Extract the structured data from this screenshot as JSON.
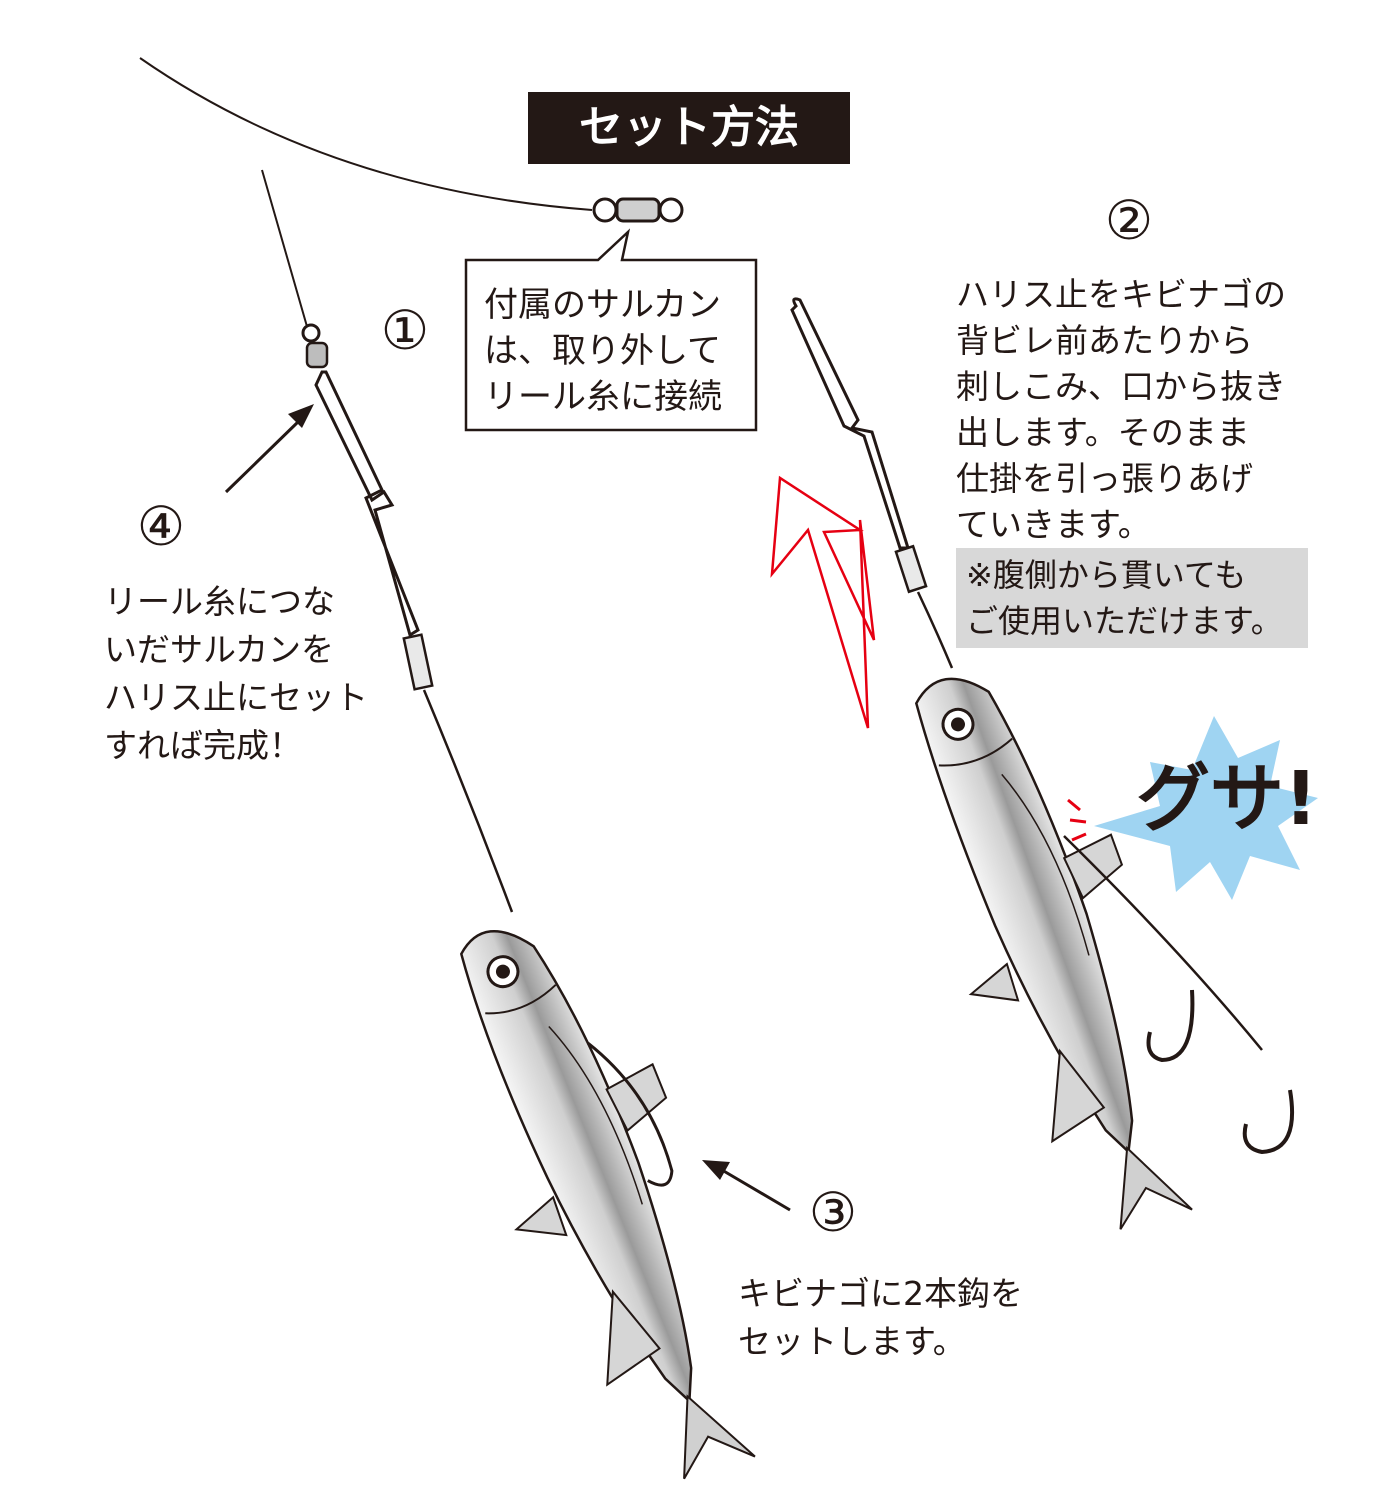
{
  "title": "セット方法",
  "callout": "付属のサルカン\nは、取り外して\nリール糸に接続",
  "steps": [
    {
      "number": "①",
      "text": ""
    },
    {
      "number": "②",
      "text": "ハリス止をキビナゴの\n背ビレ前あたりから\n刺しこみ、口から抜き\n出します。そのまま\n仕掛を引っ張りあげ\nていきます。"
    },
    {
      "number": "③",
      "text": "キビナゴに2本鈎を\nセットします。"
    },
    {
      "number": "④",
      "text": "リール糸につな\nいだサルカンを\nハリス止にセット\nすれば完成！"
    }
  ],
  "step2_note": "※腹側から貫いても\nご使用いただけます。",
  "gusa": "グサ!",
  "colors": {
    "ink": "#231815",
    "title_bg": "#231815",
    "title_fg": "#ffffff",
    "note_bg": "#d8d8d8",
    "arrow_red": "#e60012",
    "burst_blue": "#9fd4f2",
    "fish_gray": "#c8c8c8"
  }
}
